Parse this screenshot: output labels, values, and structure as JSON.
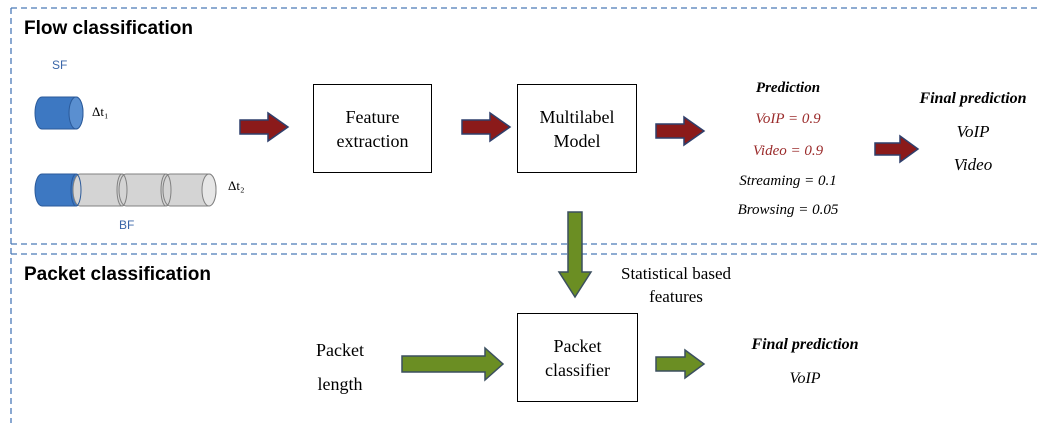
{
  "flow": {
    "title": "Flow classification",
    "sf_label": "SF",
    "bf_label": "BF",
    "dt1_label": "Δt₁",
    "dt2_label": "Δt₂",
    "feature_box": [
      "Feature",
      "extraction"
    ],
    "model_box": [
      "Multilabel",
      "Model"
    ],
    "prediction_title": "Prediction",
    "predictions": [
      "VoIP = 0.9",
      "Video = 0.9",
      "Streaming = 0.1",
      "Browsing = 0.05"
    ],
    "final_title": "Final prediction",
    "final_items": [
      "VoIP",
      "Video"
    ]
  },
  "packet": {
    "title": "Packet classification",
    "input_label": [
      "Packet",
      "length"
    ],
    "stat_label": [
      "Statistical based",
      "features"
    ],
    "classifier_box": [
      "Packet",
      "classifier"
    ],
    "final_title": "Final prediction",
    "final_item": "VoIP"
  },
  "colors": {
    "dash": "#4a7ab8",
    "red_arrow": "#8b1a1a",
    "red_arrow_stroke": "#2f3f6b",
    "green_arrow": "#6b8e23",
    "green_arrow_stroke": "#3b4f5f",
    "blue_cylinder": "#3d78c2",
    "gray_cylinder": "#d4d4d4",
    "red_text": "#9b2c2c"
  }
}
